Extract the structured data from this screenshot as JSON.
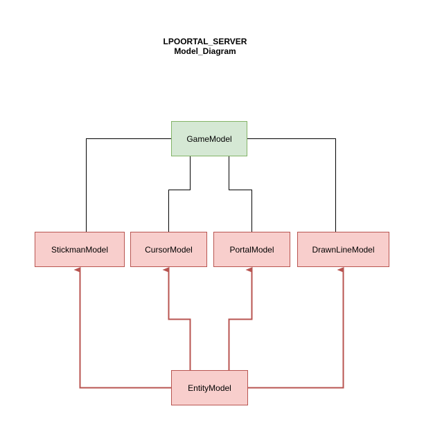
{
  "diagram": {
    "title_line1": "LPOORTAL_SERVER",
    "title_line2": "Model_Diagram",
    "colors": {
      "parent_fill": "#d5e8d4",
      "parent_stroke": "#82b366",
      "child_fill": "#f8cecc",
      "child_stroke": "#b85450",
      "composition_edge": "#000000",
      "inheritance_edge": "#b85450"
    },
    "nodes": {
      "game": "GameModel",
      "stickman": "StickmanModel",
      "cursor": "CursorModel",
      "portal": "PortalModel",
      "drawn": "DrawnLineModel",
      "entity": "EntityModel"
    },
    "edges": [
      {
        "from": "GameModel",
        "to": "StickmanModel",
        "style": "plain"
      },
      {
        "from": "GameModel",
        "to": "CursorModel",
        "style": "plain"
      },
      {
        "from": "GameModel",
        "to": "PortalModel",
        "style": "plain"
      },
      {
        "from": "GameModel",
        "to": "DrawnLineModel",
        "style": "plain"
      },
      {
        "from": "EntityModel",
        "to": "StickmanModel",
        "style": "arrow"
      },
      {
        "from": "EntityModel",
        "to": "CursorModel",
        "style": "arrow"
      },
      {
        "from": "EntityModel",
        "to": "PortalModel",
        "style": "arrow"
      },
      {
        "from": "EntityModel",
        "to": "DrawnLineModel",
        "style": "arrow"
      }
    ]
  }
}
